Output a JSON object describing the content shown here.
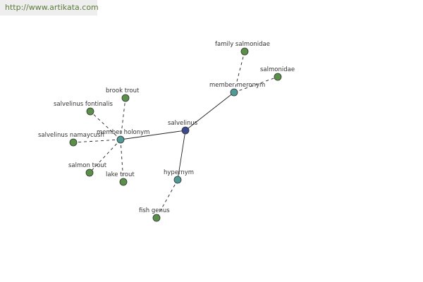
{
  "watermark": {
    "text": "http://www.artikata.com"
  },
  "colors": {
    "center": "#3b4a8c",
    "relation": "#4f9a96",
    "leaf": "#5a8f4a",
    "edge": "#222222"
  },
  "nodes": [
    {
      "id": "salvelinus",
      "label": "salvelinus",
      "kind": "center"
    },
    {
      "id": "member-holonym",
      "label": "member holonym",
      "kind": "relation"
    },
    {
      "id": "member-meronym",
      "label": "member meronym",
      "kind": "relation"
    },
    {
      "id": "hypernym",
      "label": "hypernym",
      "kind": "relation"
    },
    {
      "id": "brook-trout",
      "label": "brook trout",
      "kind": "leaf"
    },
    {
      "id": "salvelinus-fontinalis",
      "label": "salvelinus fontinalis",
      "kind": "leaf"
    },
    {
      "id": "salvelinus-namaycush",
      "label": "salvelinus namaycush",
      "kind": "leaf"
    },
    {
      "id": "salmon-trout",
      "label": "salmon trout",
      "kind": "leaf"
    },
    {
      "id": "lake-trout",
      "label": "lake trout",
      "kind": "leaf"
    },
    {
      "id": "family-salmonidae",
      "label": "family salmonidae",
      "kind": "leaf"
    },
    {
      "id": "salmonidae",
      "label": "salmonidae",
      "kind": "leaf"
    },
    {
      "id": "fish-genus",
      "label": "fish genus",
      "kind": "leaf"
    }
  ],
  "edges": [
    {
      "from": "salvelinus",
      "to": "member-holonym",
      "style": "solid"
    },
    {
      "from": "salvelinus",
      "to": "member-meronym",
      "style": "solid"
    },
    {
      "from": "salvelinus",
      "to": "hypernym",
      "style": "solid"
    },
    {
      "from": "member-holonym",
      "to": "brook-trout",
      "style": "dashed"
    },
    {
      "from": "member-holonym",
      "to": "salvelinus-fontinalis",
      "style": "dashed"
    },
    {
      "from": "member-holonym",
      "to": "salvelinus-namaycush",
      "style": "dashed"
    },
    {
      "from": "member-holonym",
      "to": "salmon-trout",
      "style": "dashed"
    },
    {
      "from": "member-holonym",
      "to": "lake-trout",
      "style": "dashed"
    },
    {
      "from": "member-meronym",
      "to": "family-salmonidae",
      "style": "dashed"
    },
    {
      "from": "member-meronym",
      "to": "salmonidae",
      "style": "dashed"
    },
    {
      "from": "hypernym",
      "to": "fish-genus",
      "style": "dashed"
    }
  ]
}
